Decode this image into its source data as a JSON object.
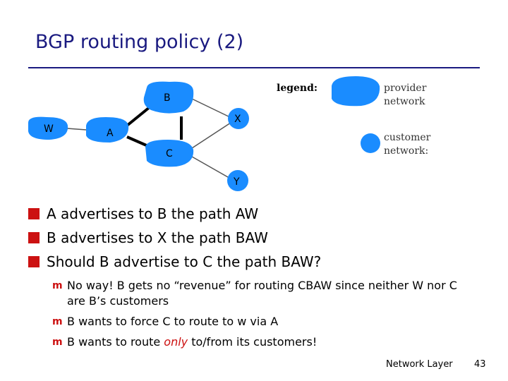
{
  "slide": {
    "title": "BGP routing policy (2)",
    "footer": "Network Layer",
    "page_number": "43"
  },
  "diagram": {
    "nodes": {
      "B": "B",
      "W": "W",
      "A": "A",
      "X": "X",
      "C": "C",
      "Y": "Y"
    },
    "legend": {
      "title": "legend:",
      "provider_line1": "provider",
      "provider_line2": "network",
      "customer_line1": "customer",
      "customer_line2": "network:"
    },
    "colors": {
      "network_blue": "#1a8cff",
      "link_black": "#000000",
      "link_gray": "#555555"
    }
  },
  "bullets": [
    "A advertises to B the path AW",
    "B advertises to X the path BAW",
    "Should B advertise to C the path BAW?"
  ],
  "sub_bullets": {
    "item1": "No way! B gets no “revenue” for routing CBAW since neither W nor C are B’s customers",
    "item2": "B wants to force C to route to w via A",
    "item3_before": "B wants to route ",
    "item3_emphasis": "only",
    "item3_after": " to/from its customers!"
  },
  "colors": {
    "title": "#1a1a80",
    "bullet_marker": "#cc1111",
    "emphasis": "#cc1111"
  }
}
